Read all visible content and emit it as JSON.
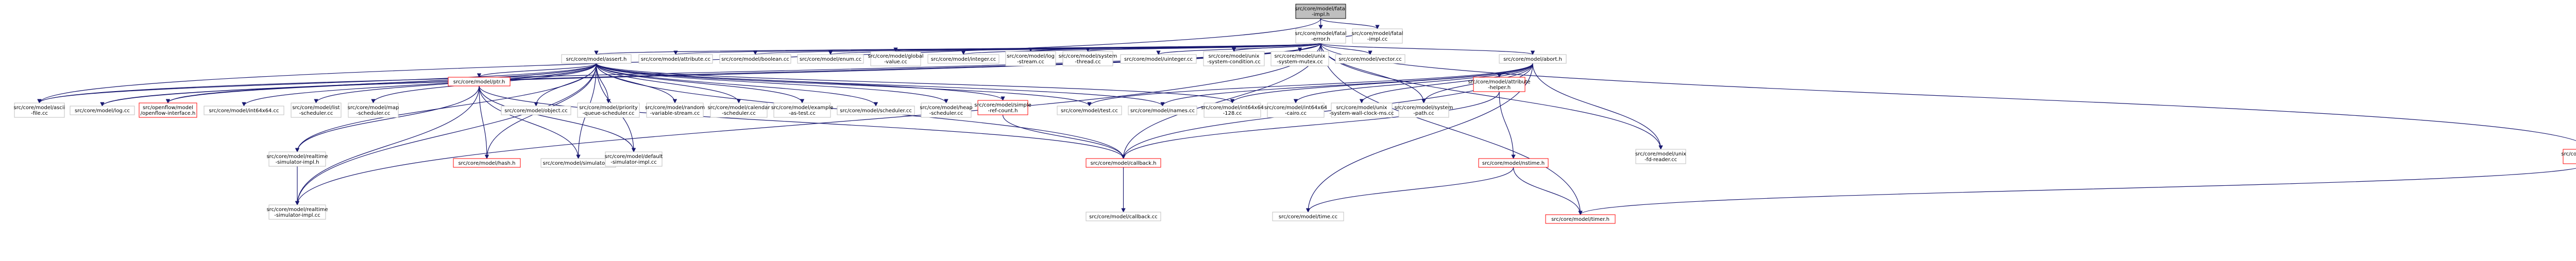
{
  "colors": {
    "edge_blue": "#191970",
    "edge_red": "#8b0000",
    "node_border": "#bfbfbf",
    "node_border_missing": "#ff0000",
    "root_fill": "#bfbfbf",
    "text": "#000000"
  },
  "nodes": [
    {
      "id": "fatal-impl-h",
      "lines": [
        "src/core/model/fatal",
        "-impl.h"
      ],
      "root": true
    },
    {
      "id": "fatal-error-h",
      "lines": [
        "src/core/model/fatal",
        "-error.h"
      ]
    },
    {
      "id": "fatal-impl-cc",
      "lines": [
        "src/core/model/fatal",
        "-impl.cc"
      ]
    },
    {
      "id": "ascii-file-cc",
      "lines": [
        "src/core/model/ascii",
        "-file.cc"
      ]
    },
    {
      "id": "assert-h",
      "lines": [
        "src/core/model/assert.h"
      ]
    },
    {
      "id": "attribute-cc",
      "lines": [
        "src/core/model/attribute.cc"
      ]
    },
    {
      "id": "boolean-cc",
      "lines": [
        "src/core/model/boolean.cc"
      ]
    },
    {
      "id": "enum-cc",
      "lines": [
        "src/core/model/enum.cc"
      ]
    },
    {
      "id": "global-value-cc",
      "lines": [
        "src/core/model/global",
        "-value.cc"
      ]
    },
    {
      "id": "integer-cc",
      "lines": [
        "src/core/model/integer.cc"
      ]
    },
    {
      "id": "log-stream-cc",
      "lines": [
        "src/core/model/log",
        "-stream.cc"
      ]
    },
    {
      "id": "system-thread-cc",
      "lines": [
        "src/core/model/system",
        "-thread.cc"
      ]
    },
    {
      "id": "uinteger-cc",
      "lines": [
        "src/core/model/uinteger.cc"
      ]
    },
    {
      "id": "unix-system-condition-cc",
      "lines": [
        "src/core/model/unix",
        "-system-condition.cc"
      ]
    },
    {
      "id": "unix-system-mutex-cc",
      "lines": [
        "src/core/model/unix",
        "-system-mutex.cc"
      ]
    },
    {
      "id": "vector-cc",
      "lines": [
        "src/core/model/vector.cc"
      ]
    },
    {
      "id": "abort-h",
      "lines": [
        "src/core/model/abort.h"
      ]
    },
    {
      "id": "timer-impl-h",
      "lines": [
        "src/core/model/timer",
        "-impl.h"
      ],
      "missing": true
    },
    {
      "id": "log-cc",
      "lines": [
        "src/core/model/log.cc"
      ]
    },
    {
      "id": "openflow-interface-h",
      "lines": [
        "src/openflow/model",
        "/openflow-interface.h"
      ],
      "missing": true
    },
    {
      "id": "int64x64-cc",
      "lines": [
        "src/core/model/int64x64.cc"
      ]
    },
    {
      "id": "list-scheduler-cc",
      "lines": [
        "src/core/model/list",
        "-scheduler.cc"
      ]
    },
    {
      "id": "map-scheduler-cc",
      "lines": [
        "src/core/model/map",
        "-scheduler.cc"
      ]
    },
    {
      "id": "ptr-h",
      "lines": [
        "src/core/model/ptr.h"
      ],
      "missing": true
    },
    {
      "id": "object-cc",
      "lines": [
        "src/core/model/object.cc"
      ]
    },
    {
      "id": "priority-queue-scheduler-cc",
      "lines": [
        "src/core/model/priority",
        "-queue-scheduler.cc"
      ]
    },
    {
      "id": "random-variable-stream-cc",
      "lines": [
        "src/core/model/random",
        "-variable-stream.cc"
      ]
    },
    {
      "id": "calendar-scheduler-cc",
      "lines": [
        "src/core/model/calendar",
        "-scheduler.cc"
      ]
    },
    {
      "id": "example-as-test-cc",
      "lines": [
        "src/core/model/example",
        "-as-test.cc"
      ]
    },
    {
      "id": "scheduler-cc",
      "lines": [
        "src/core/model/scheduler.cc"
      ]
    },
    {
      "id": "heap-scheduler-cc",
      "lines": [
        "src/core/model/heap",
        "-scheduler.cc"
      ]
    },
    {
      "id": "simple-ref-count-h",
      "lines": [
        "src/core/model/simple",
        "-ref-count.h"
      ],
      "missing": true
    },
    {
      "id": "test-cc",
      "lines": [
        "src/core/model/test.cc"
      ]
    },
    {
      "id": "names-cc",
      "lines": [
        "src/core/model/names.cc"
      ]
    },
    {
      "id": "int64x64-128-cc",
      "lines": [
        "src/core/model/int64x64",
        "-128.cc"
      ]
    },
    {
      "id": "int64x64-cairo-cc",
      "lines": [
        "src/core/model/int64x64",
        "-cairo.cc"
      ]
    },
    {
      "id": "unix-system-wall-clock-ms-cc",
      "lines": [
        "src/core/model/unix",
        "-system-wall-clock-ms.cc"
      ]
    },
    {
      "id": "system-path-cc",
      "lines": [
        "src/core/model/system",
        "-path.cc"
      ]
    },
    {
      "id": "attribute-helper-h",
      "lines": [
        "src/core/model/attribute",
        "-helper.h"
      ],
      "missing": true
    },
    {
      "id": "unix-fd-reader-cc",
      "lines": [
        "src/core/model/unix",
        "-fd-reader.cc"
      ]
    },
    {
      "id": "realtime-simulator-impl-h",
      "lines": [
        "src/core/model/realtime",
        "-simulator-impl.h"
      ]
    },
    {
      "id": "hash-h",
      "lines": [
        "src/core/model/hash.h"
      ],
      "missing": true
    },
    {
      "id": "simulator-cc",
      "lines": [
        "src/core/model/simulator.cc"
      ]
    },
    {
      "id": "default-simulator-impl-cc",
      "lines": [
        "src/core/model/default",
        "-simulator-impl.cc"
      ]
    },
    {
      "id": "callback-h",
      "lines": [
        "src/core/model/callback.h"
      ],
      "missing": true
    },
    {
      "id": "nstime-h",
      "lines": [
        "src/core/model/nstime.h"
      ],
      "missing": true
    },
    {
      "id": "timer-h",
      "lines": [
        "src/core/model/timer.h"
      ],
      "missing": true
    },
    {
      "id": "realtime-simulator-impl-cc",
      "lines": [
        "src/core/model/realtime",
        "-simulator-impl.cc"
      ]
    },
    {
      "id": "callback-cc",
      "lines": [
        "src/core/model/callback.cc"
      ]
    },
    {
      "id": "time-cc",
      "lines": [
        "src/core/model/time.cc"
      ]
    }
  ],
  "edges": [
    [
      "fatal-impl-h",
      "fatal-error-h"
    ],
    [
      "fatal-impl-h",
      "fatal-impl-cc"
    ],
    [
      "fatal-impl-h",
      "ascii-file-cc"
    ],
    [
      "fatal-error-h",
      "fatal-impl-cc"
    ],
    [
      "fatal-error-h",
      "ascii-file-cc"
    ],
    [
      "fatal-error-h",
      "assert-h"
    ],
    [
      "fatal-error-h",
      "attribute-cc"
    ],
    [
      "fatal-error-h",
      "boolean-cc"
    ],
    [
      "fatal-error-h",
      "enum-cc"
    ],
    [
      "fatal-error-h",
      "global-value-cc"
    ],
    [
      "fatal-error-h",
      "integer-cc"
    ],
    [
      "fatal-error-h",
      "log-stream-cc"
    ],
    [
      "fatal-error-h",
      "system-thread-cc"
    ],
    [
      "fatal-error-h",
      "uinteger-cc"
    ],
    [
      "fatal-error-h",
      "unix-system-condition-cc"
    ],
    [
      "fatal-error-h",
      "unix-system-mutex-cc"
    ],
    [
      "fatal-error-h",
      "vector-cc"
    ],
    [
      "fatal-error-h",
      "abort-h"
    ],
    [
      "fatal-error-h",
      "timer-impl-h"
    ],
    [
      "fatal-error-h",
      "log-cc"
    ],
    [
      "fatal-error-h",
      "openflow-interface-h"
    ],
    [
      "fatal-error-h",
      "system-path-cc"
    ],
    [
      "fatal-error-h",
      "unix-fd-reader-cc"
    ],
    [
      "fatal-error-h",
      "callback-h"
    ],
    [
      "fatal-error-h",
      "timer-h"
    ],
    [
      "fatal-error-h",
      "realtime-simulator-impl-cc"
    ],
    [
      "assert-h",
      "ascii-file-cc"
    ],
    [
      "assert-h",
      "log-cc"
    ],
    [
      "assert-h",
      "openflow-interface-h"
    ],
    [
      "assert-h",
      "int64x64-cc"
    ],
    [
      "assert-h",
      "list-scheduler-cc"
    ],
    [
      "assert-h",
      "map-scheduler-cc"
    ],
    [
      "assert-h",
      "ptr-h"
    ],
    [
      "assert-h",
      "object-cc"
    ],
    [
      "assert-h",
      "priority-queue-scheduler-cc"
    ],
    [
      "assert-h",
      "random-variable-stream-cc"
    ],
    [
      "assert-h",
      "calendar-scheduler-cc"
    ],
    [
      "assert-h",
      "example-as-test-cc"
    ],
    [
      "assert-h",
      "scheduler-cc"
    ],
    [
      "assert-h",
      "heap-scheduler-cc"
    ],
    [
      "assert-h",
      "simple-ref-count-h"
    ],
    [
      "assert-h",
      "test-cc"
    ],
    [
      "assert-h",
      "names-cc"
    ],
    [
      "assert-h",
      "int64x64-128-cc"
    ],
    [
      "assert-h",
      "realtime-simulator-impl-h"
    ],
    [
      "assert-h",
      "hash-h"
    ],
    [
      "assert-h",
      "simulator-cc"
    ],
    [
      "assert-h",
      "default-simulator-impl-cc"
    ],
    [
      "assert-h",
      "realtime-simulator-impl-cc"
    ],
    [
      "assert-h",
      "callback-h"
    ],
    [
      "abort-h",
      "test-cc"
    ],
    [
      "abort-h",
      "names-cc"
    ],
    [
      "abort-h",
      "int64x64-128-cc"
    ],
    [
      "abort-h",
      "int64x64-cairo-cc"
    ],
    [
      "abort-h",
      "unix-system-wall-clock-ms-cc"
    ],
    [
      "abort-h",
      "system-path-cc"
    ],
    [
      "abort-h",
      "attribute-helper-h"
    ],
    [
      "abort-h",
      "unix-fd-reader-cc"
    ],
    [
      "abort-h",
      "time-cc"
    ],
    [
      "abort-h",
      "callback-h"
    ],
    [
      "ptr-h",
      "realtime-simulator-impl-h"
    ],
    [
      "ptr-h",
      "hash-h"
    ],
    [
      "ptr-h",
      "simulator-cc"
    ],
    [
      "ptr-h",
      "default-simulator-impl-cc"
    ],
    [
      "ptr-h",
      "callback-h"
    ],
    [
      "ptr-h",
      "realtime-simulator-impl-cc"
    ],
    [
      "simple-ref-count-h",
      "callback-h"
    ],
    [
      "attribute-helper-h",
      "callback-h"
    ],
    [
      "attribute-helper-h",
      "nstime-h"
    ],
    [
      "realtime-simulator-impl-h",
      "realtime-simulator-impl-cc"
    ],
    [
      "callback-h",
      "callback-cc"
    ],
    [
      "nstime-h",
      "time-cc"
    ],
    [
      "nstime-h",
      "timer-h"
    ],
    [
      "timer-impl-h",
      "timer-h"
    ]
  ]
}
